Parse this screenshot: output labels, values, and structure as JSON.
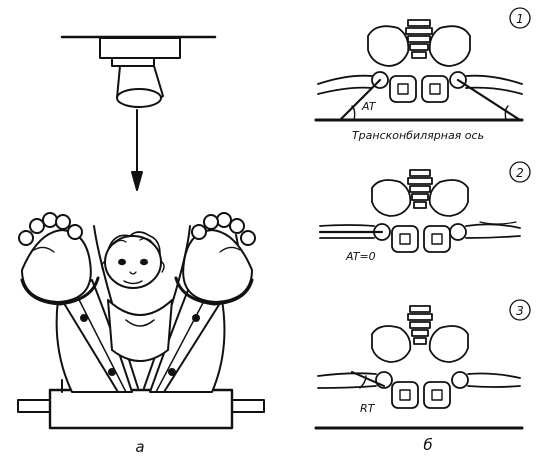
{
  "panel_a": {
    "label": "а"
  },
  "panel_b": {
    "label": "б",
    "views": [
      {
        "number": "1",
        "angle_label": "AT",
        "axis_caption": "Трансконбилярная ось"
      },
      {
        "number": "2",
        "angle_label": "AT=0"
      },
      {
        "number": "3",
        "angle_label": "RT"
      }
    ]
  },
  "colors": {
    "ink": "#111111",
    "paper": "#ffffff"
  }
}
